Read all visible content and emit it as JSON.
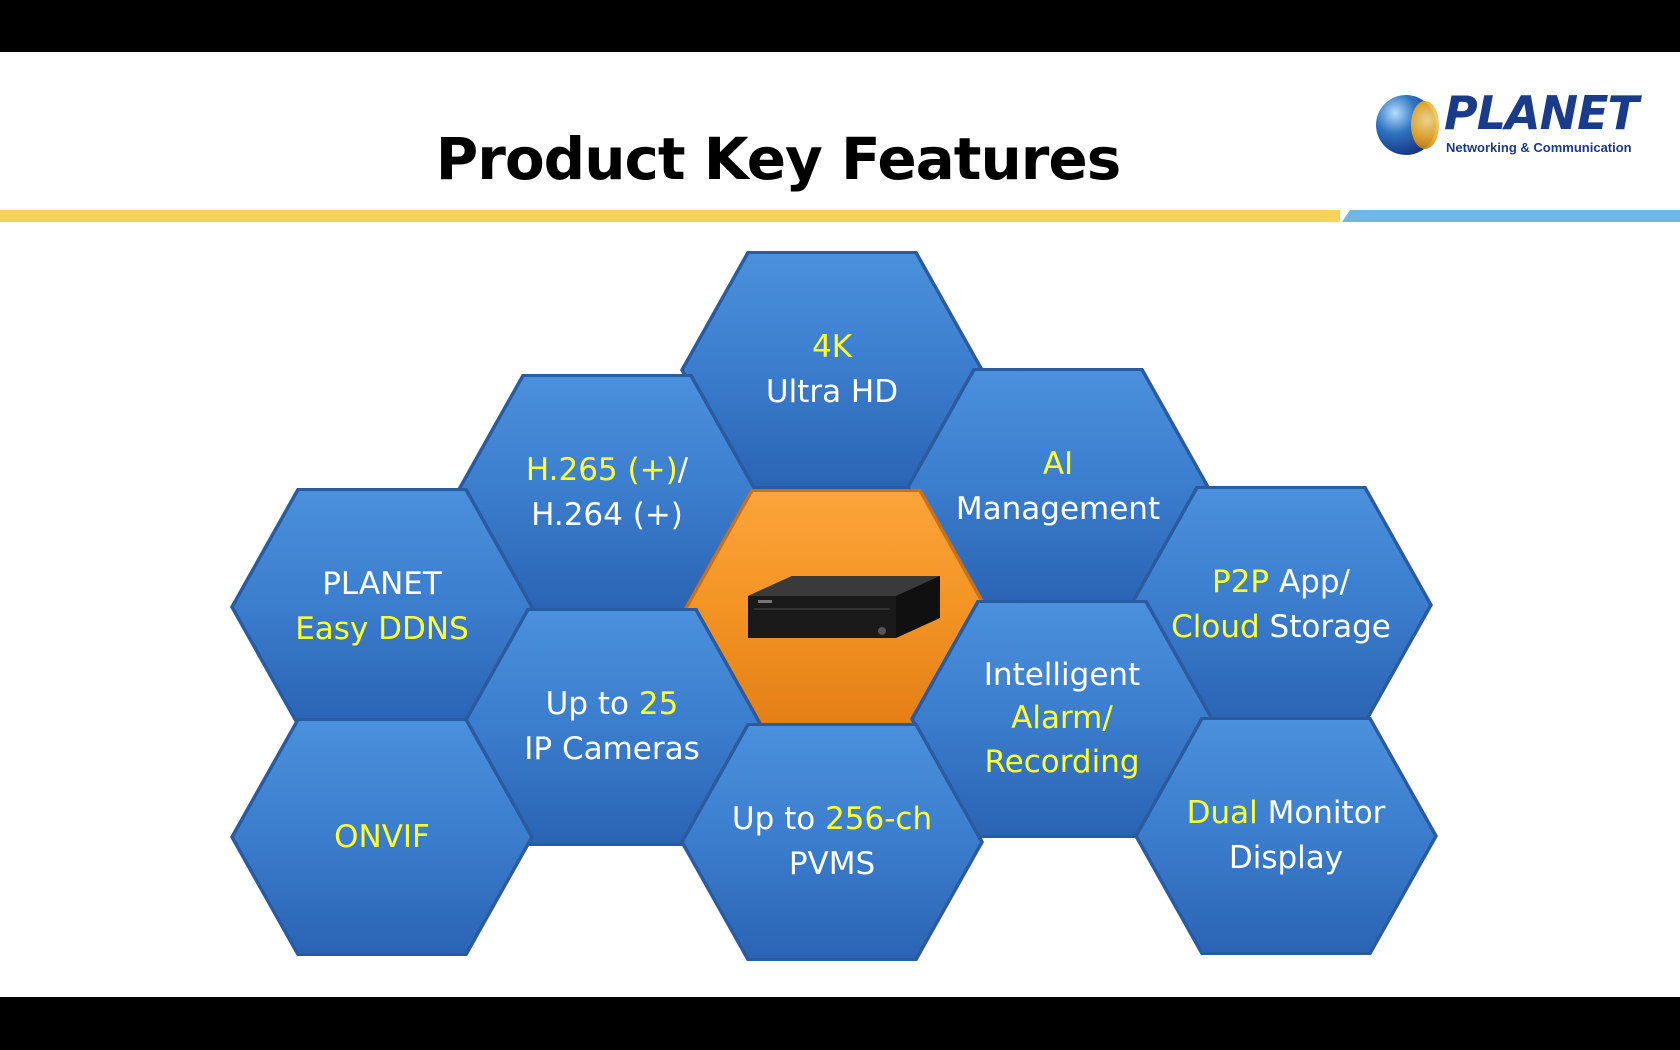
{
  "slide": {
    "title": "Product Key Features",
    "logo": {
      "brand": "PLANET",
      "tagline": "Networking & Communication"
    }
  },
  "colors": {
    "hex_blue": "#3d7fcf",
    "hex_orange": "#f39424",
    "highlight_yellow": "#ffff33",
    "text_white": "#ffffff",
    "stripe_yellow": "#f4d25b",
    "stripe_blue": "#6fb7e6"
  },
  "features": {
    "uhd": {
      "l1a": "4K",
      "l2a": "Ultra HD"
    },
    "codec": {
      "l1a": "H.265 (+)",
      "l1b": "/",
      "l2a": "H.264 (+)"
    },
    "ai": {
      "l1a": "AI",
      "l2a": "Management"
    },
    "ddns": {
      "l1a": "PLANET",
      "l2a": "Easy DDNS"
    },
    "p2p": {
      "l1a": "P2P",
      "l1b": " App/",
      "l2a": "Cloud",
      "l2b": " Storage"
    },
    "cameras": {
      "l1a": "Up to ",
      "l1b": "25",
      "l2a": "IP Cameras"
    },
    "alarm": {
      "l1a": "Intelligent",
      "l2a": "Alarm/",
      "l3a": "Recording"
    },
    "onvif": {
      "l1a": "ONVIF"
    },
    "pvms": {
      "l1a": "Up to ",
      "l1b": "256-ch",
      "l2a": "PVMS"
    },
    "dual": {
      "l1a": "Dual",
      "l1b": " Monitor",
      "l2a": "Display"
    }
  },
  "center_icon": "nvr-device-icon"
}
